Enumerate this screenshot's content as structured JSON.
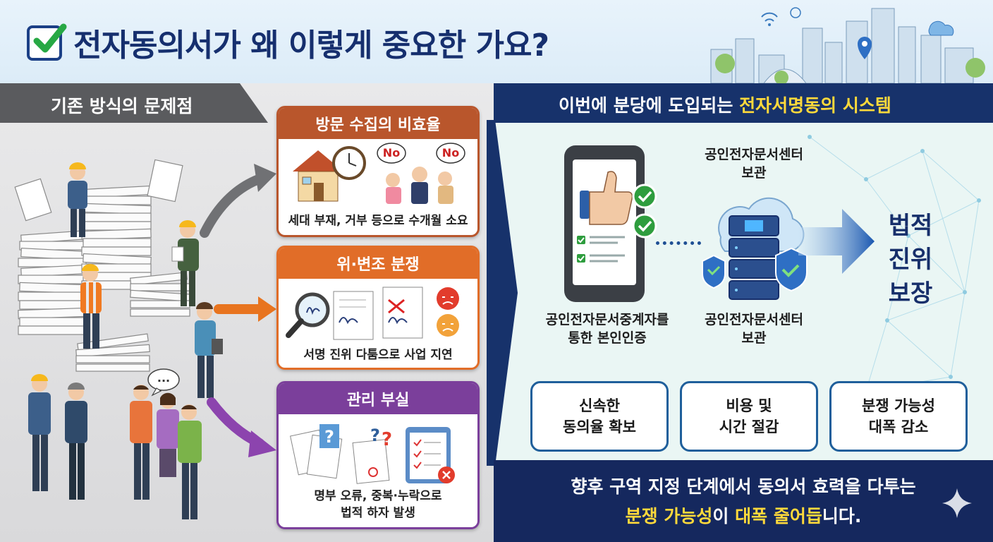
{
  "header": {
    "title": "전자동의서가 왜 이렇게 중요한 가요?"
  },
  "left": {
    "tab_label": "기존 방식의 문제점",
    "cards": [
      {
        "title": "방문 수집의 비효율",
        "caption": "세대 부재, 거부 등으로 수개월 소요",
        "bubble_1": "No",
        "bubble_2": "No",
        "color": "#b9562c"
      },
      {
        "title": "위·변조 분쟁",
        "caption": "서명 진위 다툼으로 사업 지연",
        "color": "#e16d28"
      },
      {
        "title": "관리 부실",
        "caption_line1": "명부 오류, 중복·누락으로",
        "caption_line2": "법적 하자 발생",
        "color": "#7b3f9b"
      }
    ],
    "speech_bubble": "..."
  },
  "right": {
    "header_prefix": "이번에 분당에 도입되는 ",
    "header_highlight": "전자서명동의 시스템",
    "phone_label_line1": "공인전자문서중계자를",
    "phone_label_line2": "통한 본인인증",
    "center_top_line1": "공인전자문서센터",
    "center_top_line2": "보관",
    "center_bottom_line1": "공인전자문서센터",
    "center_bottom_line2": "보관",
    "legal_line1": "법적",
    "legal_line2": "진위",
    "legal_line3": "보장",
    "benefits": [
      {
        "line1": "신속한",
        "line2": "동의율 확보"
      },
      {
        "line1": "비용 및",
        "line2": "시간 절감"
      },
      {
        "line1": "분쟁 가능성",
        "line2": "대폭 감소"
      }
    ],
    "footer_line1": "향후 구역 지정 단계에서 동의서 효력을 다투는",
    "footer_hl1": "분쟁 가능성",
    "footer_mid": "이 ",
    "footer_hl2": "대폭 줄어듭",
    "footer_end": "니다."
  },
  "colors": {
    "navy": "#17326b",
    "yellow": "#ffd93b",
    "brown": "#b9562c",
    "orange": "#e16d28",
    "purple": "#7b3f9b",
    "green_check": "#2e9d3e"
  }
}
